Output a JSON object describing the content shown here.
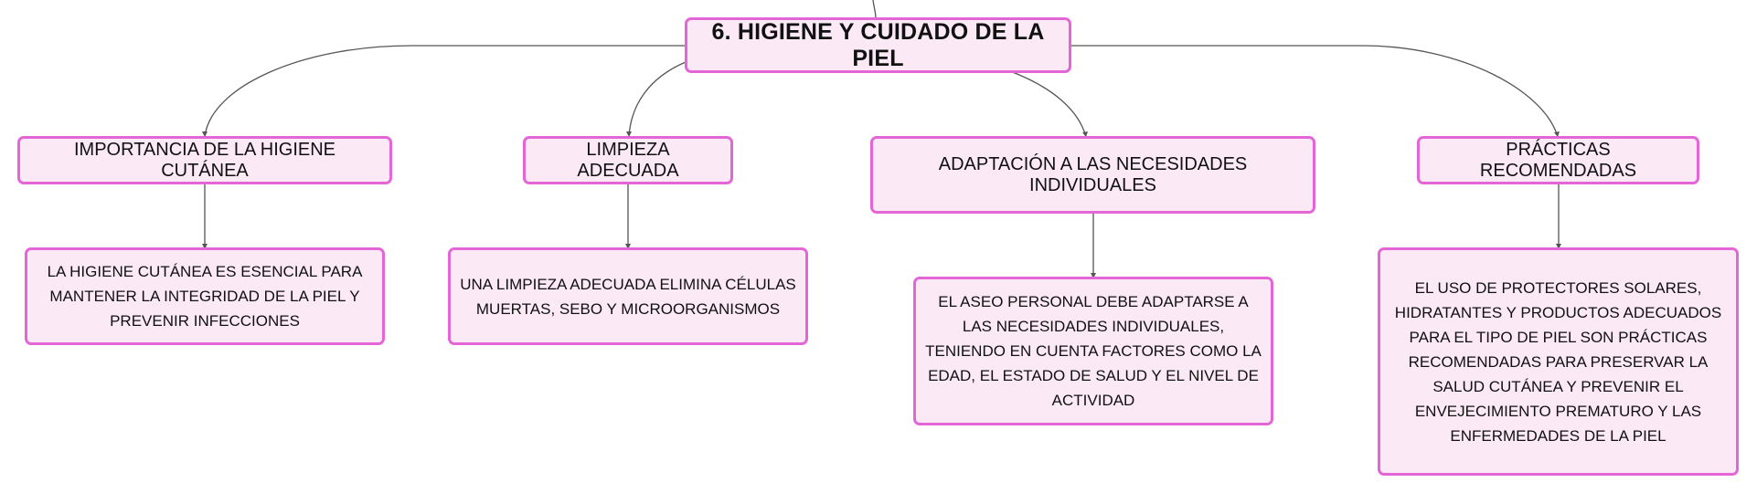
{
  "root": {
    "label": "6. HIGIENE Y CUIDADO DE LA PIEL"
  },
  "branches": [
    {
      "label": "IMPORTANCIA DE LA HIGIENE CUTÁNEA",
      "detail": "LA HIGIENE CUTÁNEA ES ESENCIAL PARA MANTENER LA INTEGRIDAD DE LA PIEL Y PREVENIR INFECCIONES"
    },
    {
      "label": "LIMPIEZA ADECUADA",
      "detail": "UNA LIMPIEZA ADECUADA ELIMINA CÉLULAS MUERTAS, SEBO Y MICROORGANISMOS"
    },
    {
      "label": "ADAPTACIÓN A LAS NECESIDADES INDIVIDUALES",
      "detail": "EL ASEO PERSONAL DEBE ADAPTARSE A LAS NECESIDADES INDIVIDUALES, TENIENDO EN CUENTA FACTORES COMO LA EDAD, EL ESTADO DE SALUD Y EL NIVEL DE ACTIVIDAD"
    },
    {
      "label": "PRÁCTICAS RECOMENDADAS",
      "detail": "EL USO DE PROTECTORES SOLARES, HIDRATANTES Y PRODUCTOS ADECUADOS PARA EL TIPO DE PIEL SON PRÁCTICAS RECOMENDADAS PARA PRESERVAR LA SALUD CUTÁNEA Y PREVENIR EL ENVEJECIMIENTO PREMATURO Y LAS ENFERMEDADES DE LA PIEL"
    }
  ],
  "colors": {
    "node_fill": "#fbe9f6",
    "node_border": "#e466d6",
    "connector": "#555555"
  }
}
